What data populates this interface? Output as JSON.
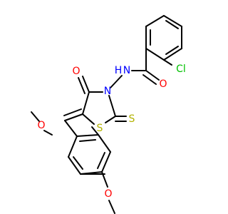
{
  "colors": {
    "bond": "#000000",
    "O": "#ff0000",
    "N": "#0000ff",
    "S": "#b2b200",
    "Cl": "#00c000",
    "C": "#000000",
    "background": "#ffffff"
  },
  "atoms": {
    "Cl": {
      "label": "Cl",
      "element": "Cl"
    },
    "O_amide": {
      "label": "O",
      "element": "O"
    },
    "NH": {
      "label": "N",
      "element": "N"
    },
    "H_on_N": {
      "label": "H",
      "element": "N"
    },
    "N_ring": {
      "label": "N",
      "element": "N"
    },
    "O_ring": {
      "label": "O",
      "element": "O"
    },
    "S_ring": {
      "label": "S",
      "element": "S"
    },
    "S_thione": {
      "label": "S",
      "element": "S"
    },
    "O_ome_top": {
      "label": "O",
      "element": "O"
    },
    "O_ome_bottom": {
      "label": "O",
      "element": "O"
    }
  }
}
